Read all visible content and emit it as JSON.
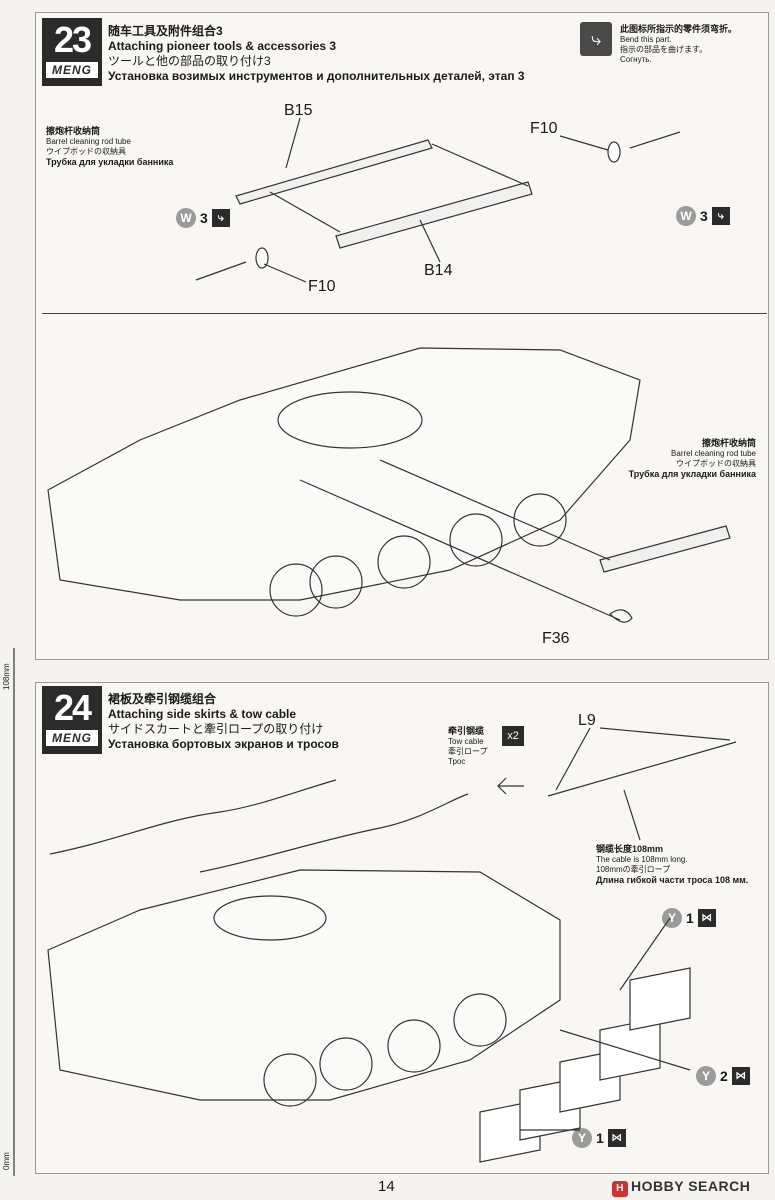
{
  "steps": [
    {
      "number": "23",
      "brand": "MENG",
      "title_cn": "随车工具及附件组合3",
      "title_en": "Attaching pioneer tools & accessories 3",
      "title_jp": "ツールと他の部品の取り付け3",
      "title_ru": "Установка возимых инструментов и дополнительных деталей, этап 3"
    },
    {
      "number": "24",
      "brand": "MENG",
      "title_cn": "裙板及牵引钢缆组合",
      "title_en": "Attaching side skirts & tow cable",
      "title_jp": "サイドスカートと牽引ロープの取り付け",
      "title_ru": "Установка бортовых экранов и тросов"
    }
  ],
  "bend_note": {
    "cn": "此图标所指示的零件须弯折。",
    "en": "Bend this part.",
    "jp": "指示の部品を曲げます。",
    "ru": "Согнуть."
  },
  "barrel_tube": {
    "cn": "擦炮杆收纳筒",
    "en": "Barrel cleaning rod tube",
    "jp": "ウイプボッドの収納具",
    "ru": "Трубка для укладки банника"
  },
  "parts": {
    "b15": "B15",
    "f10": "F10",
    "b14": "B14",
    "f36": "F36",
    "l9": "L9"
  },
  "w3": {
    "letter": "W",
    "count": "3"
  },
  "tow_cable": {
    "cn": "牵引钢缆",
    "en": "Tow cable",
    "jp": "牽引ロープ",
    "ru": "Трос",
    "multiplier": "x2"
  },
  "cable_length": {
    "cn": "钢缆长度108mm",
    "en": "The cable is 108mm long.",
    "jp": "108mmの牽引ロープ",
    "ru": "Длина гибкой части троса 108 мм."
  },
  "y_parts": [
    {
      "letter": "Y",
      "count": "1"
    },
    {
      "letter": "Y",
      "count": "2"
    },
    {
      "letter": "Y",
      "count": "1"
    }
  ],
  "ruler": {
    "top": "108mm",
    "bottom": "0mm"
  },
  "page_number": "14",
  "watermark": {
    "logo": "H",
    "text": "HOBBY SEARCH"
  },
  "colors": {
    "badge": "#2b2b2b",
    "circle": "#9b9b9b",
    "line": "#333333"
  }
}
